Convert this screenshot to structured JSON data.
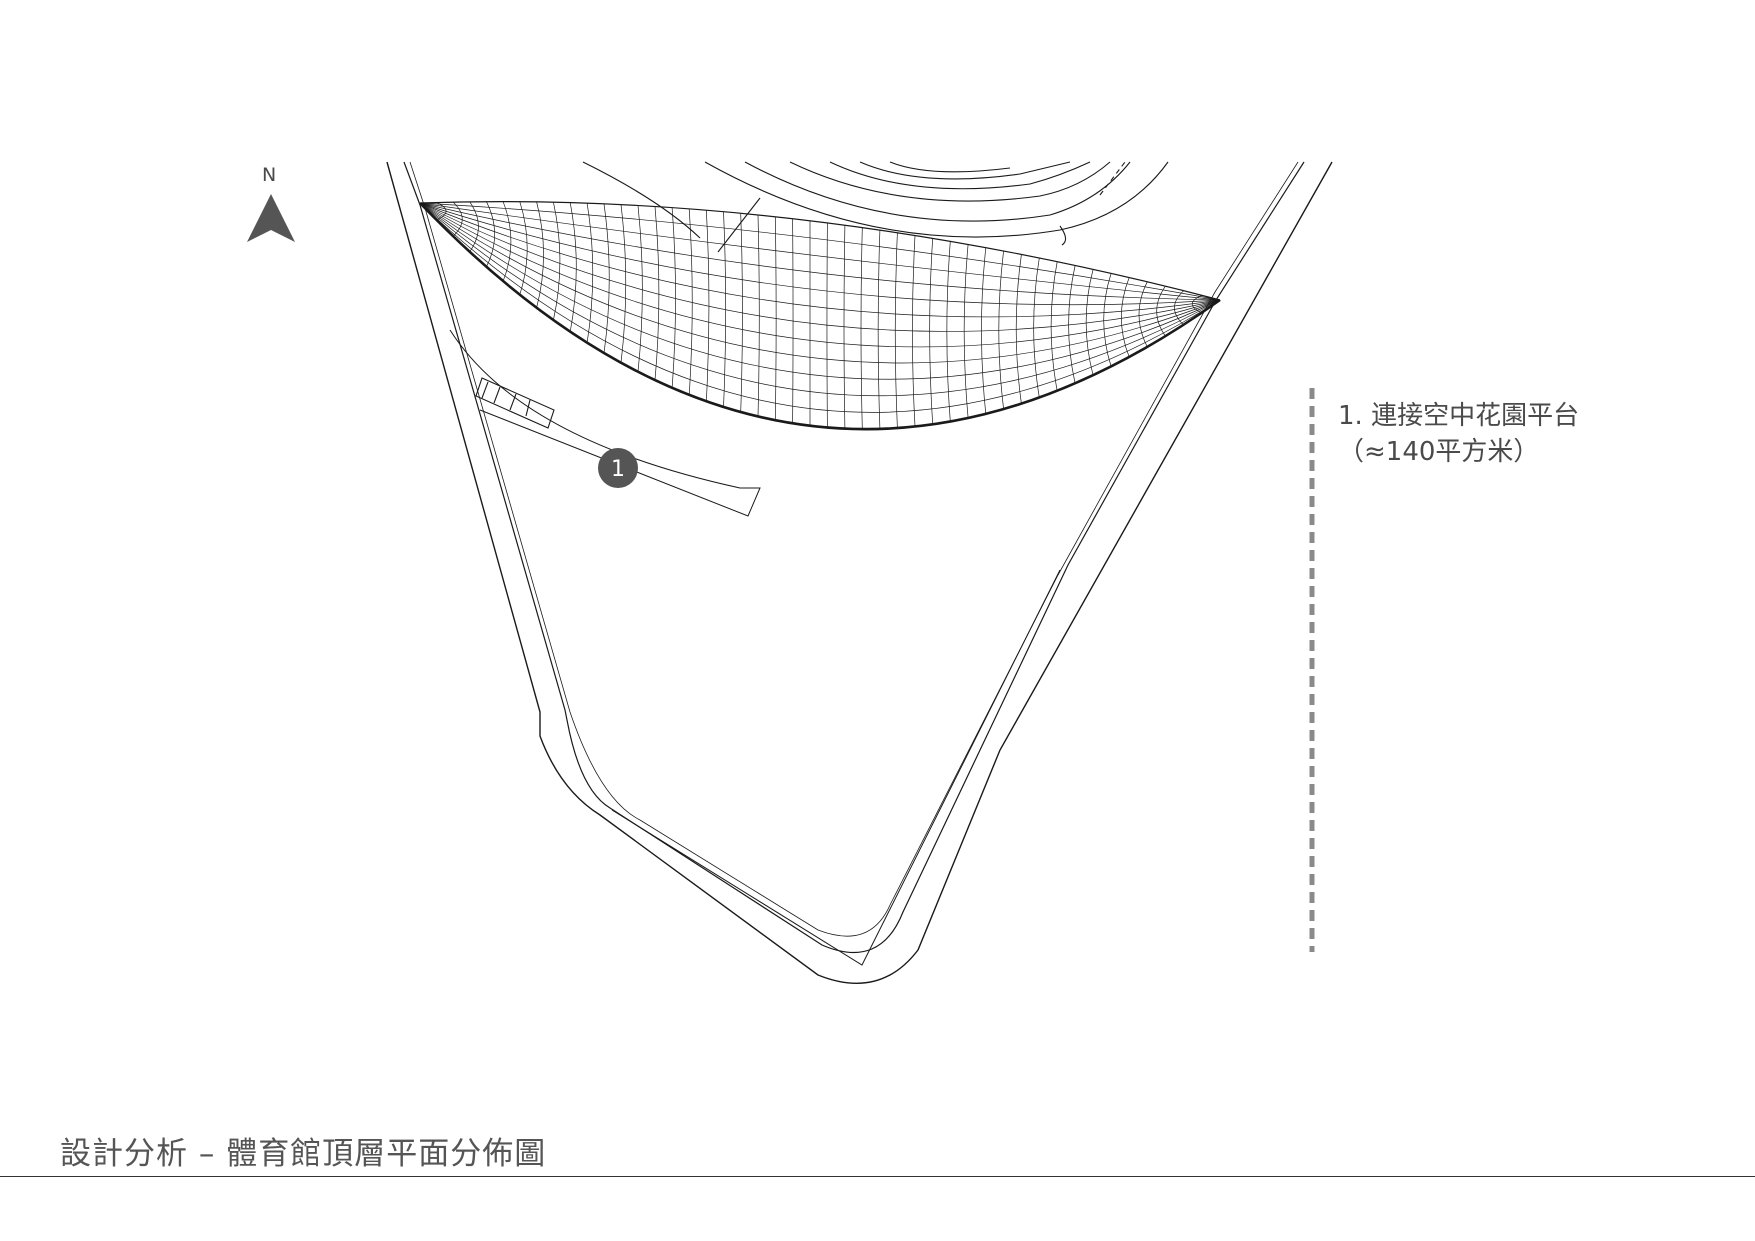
{
  "compass": {
    "label": "N",
    "icon": "north-arrow-icon"
  },
  "legend": {
    "items": [
      {
        "marker": "1",
        "label": "1. 連接空中花園平台",
        "sublabel": "（≈140平方米）"
      }
    ]
  },
  "footer": {
    "title": "設計分析 – 體育館頂層平面分佈圖"
  },
  "colors": {
    "marker_fill": "#555555",
    "dash_line": "#8a8a8a",
    "line_work": "#1a1a1a",
    "title_text": "#555555"
  }
}
